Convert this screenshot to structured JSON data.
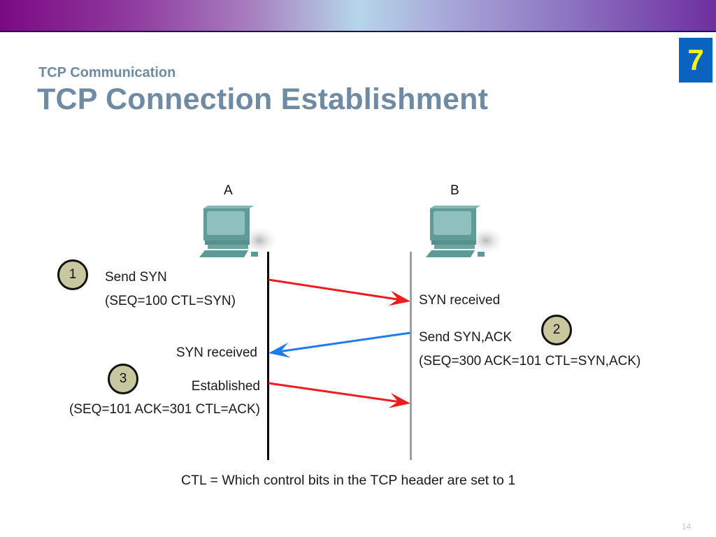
{
  "header": {
    "badge": "7",
    "subtitle": "TCP Communication",
    "title": "TCP Connection Establishment"
  },
  "diagram": {
    "hosts": [
      {
        "label": "A",
        "icon": "computer-icon"
      },
      {
        "label": "B",
        "icon": "computer-icon"
      }
    ],
    "steps": [
      {
        "number": "1",
        "lines": [
          "Send SYN",
          "(SEQ=100 CTL=SYN)"
        ],
        "arrow_direction": "A-to-B",
        "arrow_color": "#ee1c1c",
        "receiver_label": "SYN received"
      },
      {
        "number": "2",
        "lines": [
          "Send SYN,ACK",
          "(SEQ=300 ACK=101 CTL=SYN,ACK)"
        ],
        "arrow_direction": "B-to-A",
        "arrow_color": "#1e7bf0",
        "receiver_label": "SYN received"
      },
      {
        "number": "3",
        "lines": [
          "Established",
          "(SEQ=101 ACK=301 CTL=ACK)"
        ],
        "arrow_direction": "A-to-B",
        "arrow_color": "#ee1c1c"
      }
    ],
    "step_circle_color": "#c9c7a0",
    "footnote": "CTL = Which control bits in the TCP header are set to 1"
  },
  "footer": {
    "page_number": "14"
  }
}
